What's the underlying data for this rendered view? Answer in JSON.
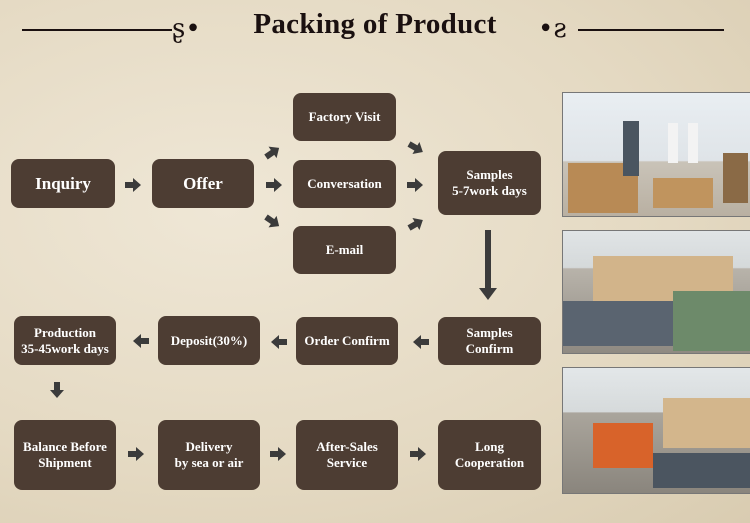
{
  "title": "Packing of Product",
  "steps": {
    "inquiry": "Inquiry",
    "offer": "Offer",
    "factory_visit": "Factory Visit",
    "conversation": "Conversation",
    "email": "E-mail",
    "samples": "Samples\n5-7work days",
    "samples_confirm": "Samples\nConfirm",
    "order_confirm": "Order Confirm",
    "deposit": "Deposit(30%)",
    "production": "Production\n35-45work days",
    "balance": "Balance Before\nShipment",
    "delivery": "Delivery\nby sea or air",
    "after_sales": "After-Sales\nService",
    "long_cooperation": "Long\nCooperation"
  },
  "colors": {
    "box": "#4d3d33",
    "arrow": "#3b3b3b",
    "background": "#e8dfcc"
  }
}
